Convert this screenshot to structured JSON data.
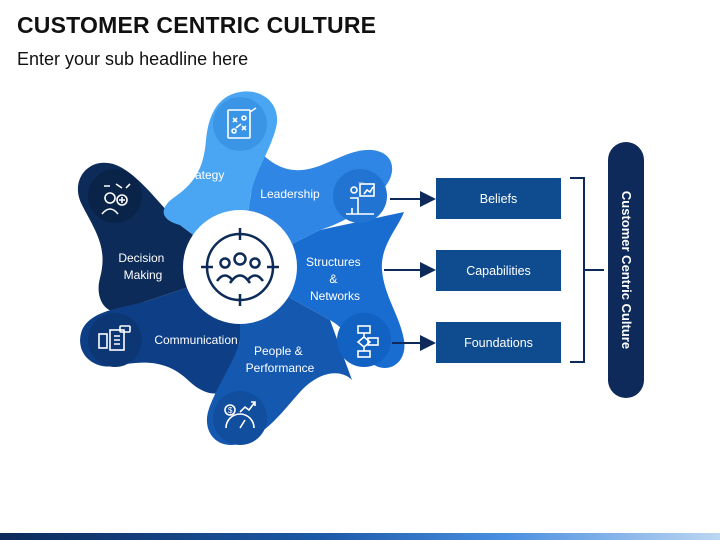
{
  "title": "CUSTOMER CENTRIC CULTURE",
  "subtitle": "Enter your sub headline here",
  "petals": [
    {
      "label": "Strategy",
      "icon": "strategy-board-icon"
    },
    {
      "label": "Leadership",
      "icon": "leader-presentation-icon"
    },
    {
      "label": "Structures\n&\nNetworks",
      "icon": "flowchart-icon"
    },
    {
      "label": "People &\nPerformance",
      "icon": "performance-gauge-icon"
    },
    {
      "label": "Communication",
      "icon": "communication-devices-icon"
    },
    {
      "label": "Decision\nMaking",
      "icon": "decision-person-icon"
    }
  ],
  "center_icon": "team-target-icon",
  "outputs": [
    "Beliefs",
    "Capabilities",
    "Foundations"
  ],
  "vertical_label": "Customer Centric Culture",
  "colors": {
    "strategy": "#4aa6f2",
    "leadership": "#2f86e4",
    "structures": "#1a6dd0",
    "people": "#1458b0",
    "communication": "#0e3f86",
    "decision": "#0d2b58",
    "box": "#0f4c8f",
    "pill": "#0d2a5a",
    "arrow": "#0d2a5a"
  }
}
